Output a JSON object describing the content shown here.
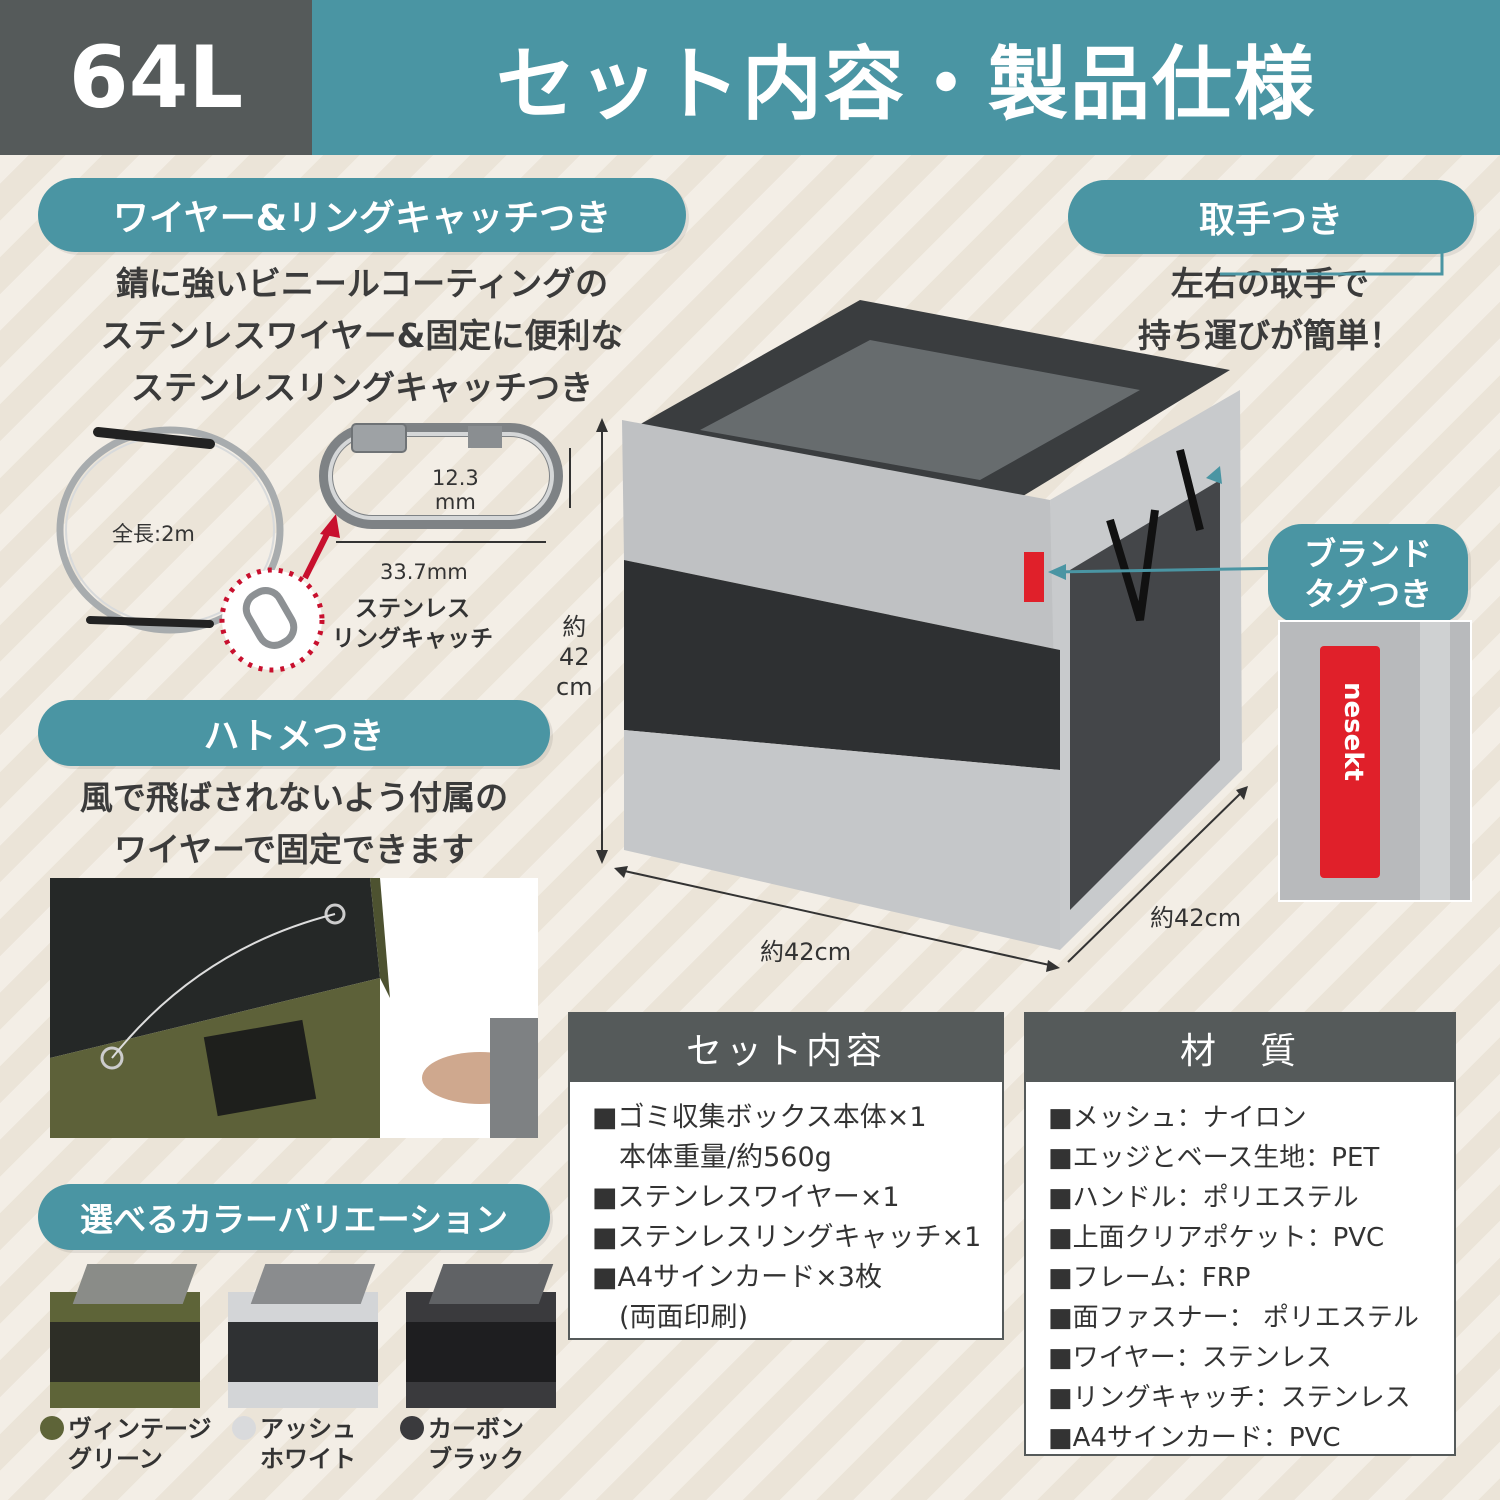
{
  "header": {
    "capacity": "64L",
    "title": "セット内容・製品仕様"
  },
  "wire_section": {
    "pill": "ワイヤー&リングキャッチつき",
    "lines": [
      "錆に強いビニールコーティングの",
      "ステンレスワイヤー&固定に便利な",
      "ステンレスリングキャッチつき"
    ],
    "wire_length": "全長:2m",
    "ring_height_value": "12.3",
    "ring_height_unit": "mm",
    "ring_width": "33.7mm",
    "ring_name_1": "ステンレス",
    "ring_name_2": "リングキャッチ"
  },
  "handle_section": {
    "pill": "取手つき",
    "line1": "左右の取手で",
    "line2": "持ち運びが簡単！"
  },
  "brand_section": {
    "line1": "ブランド",
    "line2": "タグつき",
    "tag_text": "nesekt"
  },
  "dimensions": {
    "height_1": "約",
    "height_2": "42",
    "height_3": "cm",
    "width": "約42cm",
    "depth": "約42cm"
  },
  "grommet_section": {
    "pill": "ハトメつき",
    "line1": "風で飛ばされないよう付属の",
    "line2": "ワイヤーで固定できます"
  },
  "set_contents": {
    "heading": "セット内容",
    "items": [
      "■ゴミ収集ボックス本体×1",
      "　本体重量/約560g",
      "■ステンレスワイヤー×1",
      "■ステンレスリングキャッチ×1",
      "■A4サインカード×3枚",
      "　(両面印刷)"
    ]
  },
  "materials": {
    "heading": "材　質",
    "items": [
      "■メッシュ：ナイロン",
      "■エッジとベース生地：PET",
      "■ハンドル：ポリエステル",
      "■上面クリアポケット：PVC",
      "■フレーム：FRP",
      "■面ファスナー： ポリエステル",
      "■ワイヤー：ステンレス",
      "■リングキャッチ：ステンレス",
      "■A4サインカード：PVC"
    ]
  },
  "colors_section": {
    "pill": "選べるカラーバリエーション",
    "variants": [
      {
        "line1": "ヴィンテージ",
        "line2": "グリーン",
        "color": "#5e6438"
      },
      {
        "line1": "アッシュ",
        "line2": "ホワイト",
        "color": "#d9dadc"
      },
      {
        "line1": "カーボン",
        "line2": "ブラック",
        "color": "#3a3a3d"
      }
    ]
  },
  "colors": {
    "teal": "#4a95a3",
    "dark_gray": "#555a5a",
    "red": "#e0202a"
  }
}
